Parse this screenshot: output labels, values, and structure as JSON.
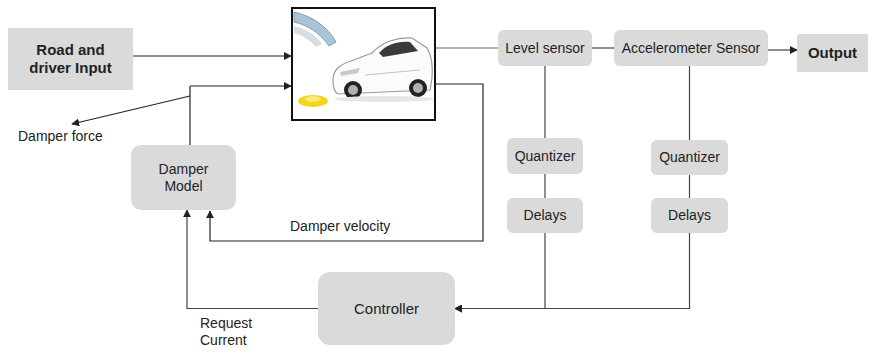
{
  "diagram": {
    "nodes": [
      {
        "text": [
          "Road and driver Input"
        ]
      },
      {
        "text": [
          "Level sensor"
        ]
      },
      {
        "text": [
          "Accelerometer Sensor"
        ]
      },
      {
        "text": [
          "Output"
        ]
      },
      {
        "text": [
          "Damper Model"
        ]
      },
      {
        "text": [
          "Quantizer"
        ]
      },
      {
        "text": [
          "Quantizer"
        ]
      },
      {
        "text": [
          "Delays"
        ]
      },
      {
        "text": [
          "Delays"
        ]
      },
      {
        "text": [
          "Controller"
        ]
      }
    ],
    "edges": [
      {
        "from": 1,
        "to": 2,
        "arrow": "none"
      },
      {
        "from": 2,
        "to": 3,
        "arrow": "to"
      },
      {
        "from": 1,
        "to": 5,
        "arrow": "none"
      },
      {
        "from": 5,
        "to": 7,
        "arrow": "none"
      },
      {
        "from": 2,
        "to": 6,
        "arrow": "none"
      },
      {
        "from": 6,
        "to": 8,
        "arrow": "none"
      },
      {
        "from": 7,
        "to": 9,
        "arrow": "to"
      },
      {
        "from": 8,
        "to": 9,
        "arrow": "to"
      },
      {
        "from": 9,
        "to": 4,
        "label": "Request Current",
        "arrow": "to"
      }
    ],
    "labels": [
      "Damper force",
      "Damper velocity"
    ]
  }
}
